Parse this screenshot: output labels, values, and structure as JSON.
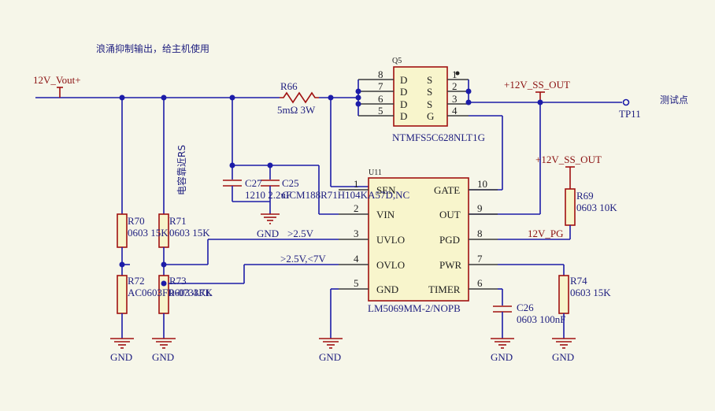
{
  "annotations": {
    "note_top": "浪涌抑制输出，给主机使用",
    "cap_note": "电容靠近RS",
    "test_point_note": "测试点",
    "uvlo_note": ">2.5V",
    "ovlo_note": ">2.5V,<7V"
  },
  "nets": {
    "input": "12V_Vout+",
    "ss_out": "+12V_SS_OUT",
    "ss_out2": "+12V_SS_OUT",
    "pg": "12V_PG",
    "gnd": "GND"
  },
  "q5": {
    "ref": "Q5",
    "part": "NTMFS5C628NLT1G",
    "left_pins": [
      "8",
      "7",
      "6",
      "5"
    ],
    "left_names": [
      "D",
      "D",
      "D",
      "D"
    ],
    "right_pins": [
      "1",
      "2",
      "3",
      "4"
    ],
    "right_names": [
      "S",
      "S",
      "S",
      "G"
    ]
  },
  "u11": {
    "ref": "U11",
    "part": "LM5069MM-2/NOPB",
    "left_pins": [
      "1",
      "2",
      "3",
      "4",
      "5"
    ],
    "left_names": [
      "SEN",
      "VIN",
      "UVLO",
      "OVLO",
      "GND"
    ],
    "right_pins": [
      "10",
      "9",
      "8",
      "7",
      "6"
    ],
    "right_names": [
      "GATE",
      "OUT",
      "PGD",
      "PWR",
      "TIMER"
    ]
  },
  "parts": {
    "r66": {
      "ref": "R66",
      "value": "5mΩ  3W"
    },
    "c27": {
      "ref": "C27",
      "value": "1210 2.2uF"
    },
    "c25": {
      "ref": "C25",
      "value": "GCM188R71H104KA57D,NC"
    },
    "r70": {
      "ref": "R70",
      "value": "0603 15K"
    },
    "r71": {
      "ref": "R71",
      "value": "0603 15K"
    },
    "r72": {
      "ref": "R72",
      "value": "AC0603FR-0733KL"
    },
    "r73": {
      "ref": "R73",
      "value": "0603 4.7K"
    },
    "r69": {
      "ref": "R69",
      "value": "0603 10K"
    },
    "r74": {
      "ref": "R74",
      "value": "0603 15K"
    },
    "c26": {
      "ref": "C26",
      "value": "0603 100nF"
    },
    "tp11": {
      "ref": "TP11"
    }
  }
}
